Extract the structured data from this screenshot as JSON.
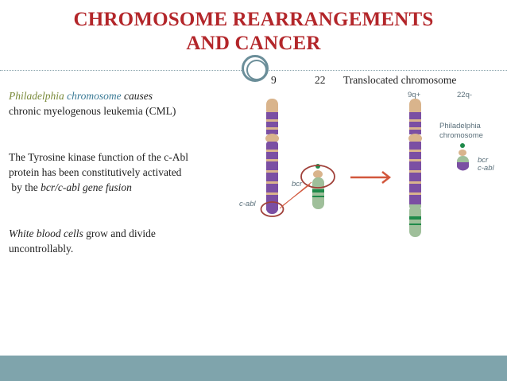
{
  "slide": {
    "title_line1": "CHROMOSOME REARRANGEMENTS",
    "title_line2": "AND CANCER",
    "paragraph1": {
      "word1": "Philadelphia",
      "word2": "chromosome",
      "word3": "causes",
      "line2": "chronic myelogenous leukemia (CML)"
    },
    "paragraph2": {
      "line1": "The Tyrosine kinase function of the c-Abl",
      "line2": "protein has been constitutively activated",
      "line3_prefix": " by the ",
      "line3_italic": "bcr/c-abl gene fusion"
    },
    "paragraph3": {
      "italic": "White blood cells",
      "rest": " grow and divide",
      "line2": "uncontrollably."
    }
  },
  "figure": {
    "labels": {
      "chr9": "9",
      "chr22": "22",
      "translocated": "Translocated chromosome",
      "chr9q_plus": "9q+",
      "chr22q_minus": "22q-",
      "philadelphia_line1": "Philadelphia",
      "philadelphia_line2": "chromosome",
      "bcr_left": "bcr",
      "cabl_left": "c-abl",
      "bcr_right": "bcr",
      "cabl_right": "c-abl"
    },
    "colors": {
      "title": "#b3262a",
      "chromosome_purple": "#7b4fa3",
      "centromere_tan": "#d9b48c",
      "green_chromosome": "#9fbf9a",
      "green_band": "#1f8a4a",
      "circle_outline": "#a0413a",
      "arrow": "#d2573c",
      "bottom_bar": "#7fa4ac"
    }
  }
}
